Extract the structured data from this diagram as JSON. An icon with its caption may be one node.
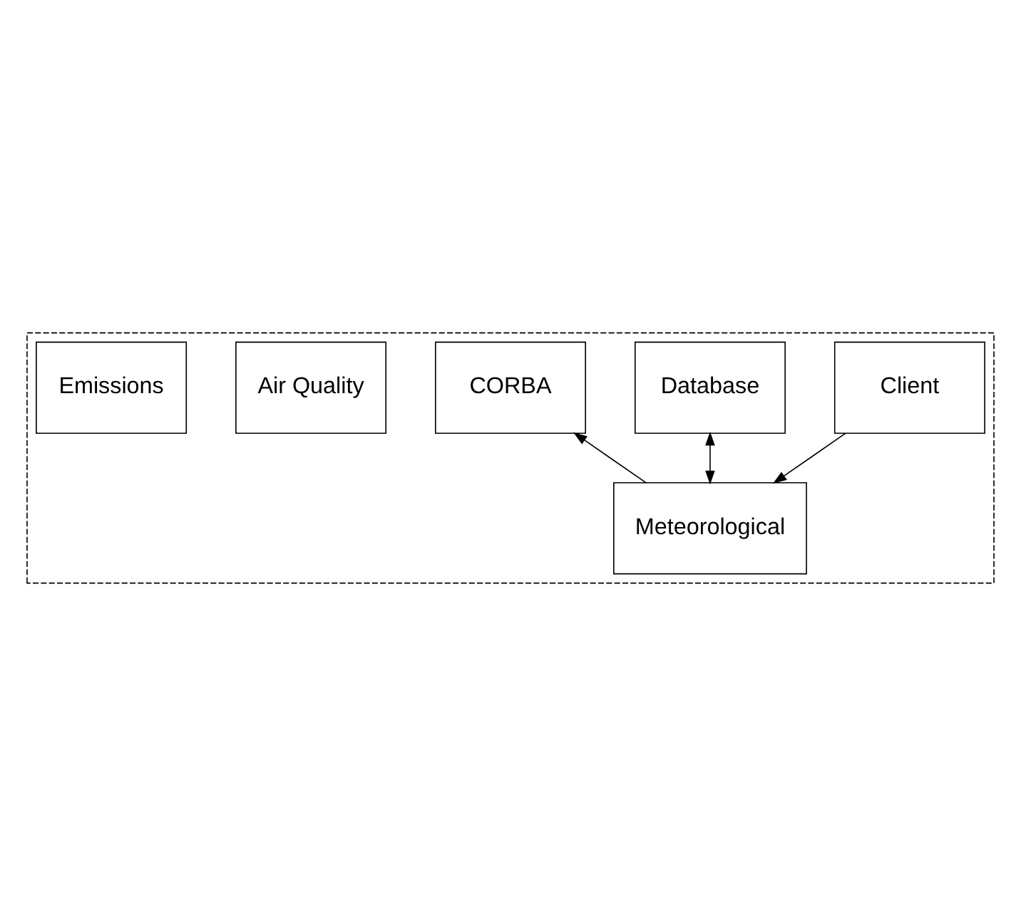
{
  "diagram": {
    "nodes": [
      {
        "text": [],
        "shape": "box"
      },
      {
        "text": [
          "Client"
        ],
        "in": 0
      },
      {
        "text": [
          "Database"
        ],
        "in": 0
      },
      {
        "text": [
          "CORBA"
        ],
        "in": 0
      },
      {
        "text": [
          "Meteorological"
        ],
        "in": 0
      },
      {
        "text": [
          "Air Quality"
        ],
        "in": 0
      },
      {
        "text": [
          "Emissions"
        ],
        "in": 0
      }
    ],
    "edges": [
      {
        "from": 1,
        "to": 4,
        "arrow": "to"
      },
      {
        "from": 2,
        "to": 4,
        "arrow": "both"
      },
      {
        "from": 4,
        "to": 3,
        "arrow": "to"
      }
    ]
  }
}
